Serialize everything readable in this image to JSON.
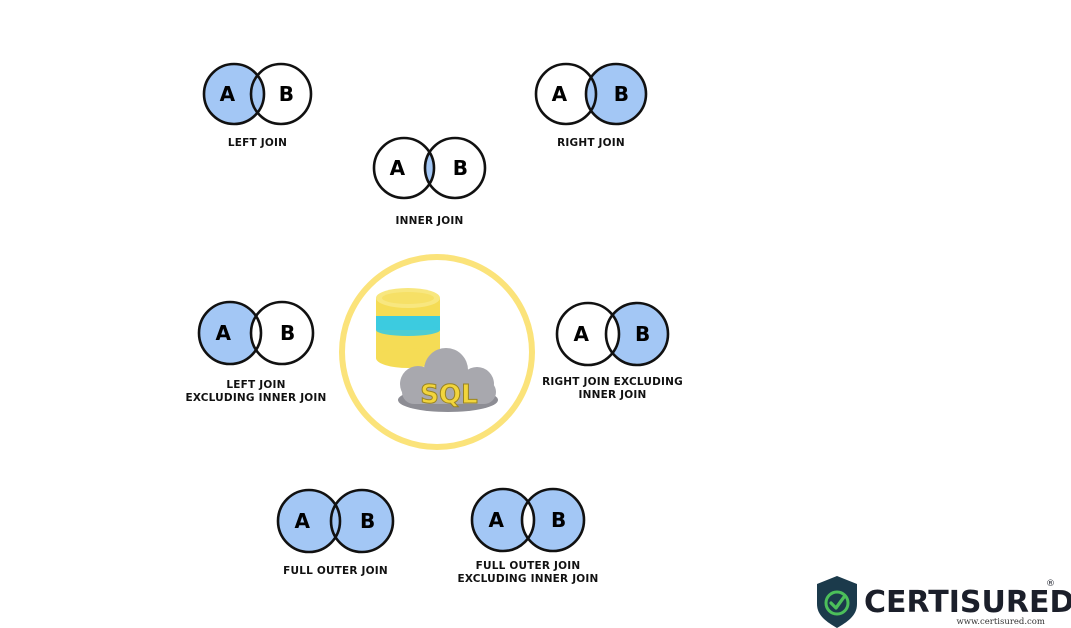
{
  "colors": {
    "fill": "#a3c7f5",
    "stroke": "#111111",
    "ring": "#fbe37a",
    "db_yellow": "#f5dc55",
    "db_cyan": "#3ccbe0",
    "cloud": "#a8a8ae",
    "cloud_shadow": "#8d8d94",
    "sql_text": "#f2d53c",
    "brand_shield": "#1b3a4b",
    "brand_check": "#4cbf5a",
    "brand_text": "#1b1f2a"
  },
  "center": {
    "label": "SQL",
    "icon": "database-cloud-icon"
  },
  "joins": [
    {
      "id": "left-join",
      "set_a": "A",
      "set_b": "B",
      "label_lines": [
        "LEFT JOIN"
      ],
      "shade": [
        "A",
        "AB"
      ]
    },
    {
      "id": "right-join",
      "set_a": "A",
      "set_b": "B",
      "label_lines": [
        "RIGHT JOIN"
      ],
      "shade": [
        "B",
        "AB"
      ]
    },
    {
      "id": "inner-join",
      "set_a": "A",
      "set_b": "B",
      "label_lines": [
        "INNER JOIN"
      ],
      "shade": [
        "AB"
      ]
    },
    {
      "id": "left-join-excluding-inner-join",
      "set_a": "A",
      "set_b": "B",
      "label_lines": [
        "LEFT JOIN",
        "EXCLUDING INNER  JOIN"
      ],
      "shade": [
        "A"
      ]
    },
    {
      "id": "right-join-excluding-inner-join",
      "set_a": "A",
      "set_b": "B",
      "label_lines": [
        "RIGHT JOIN  EXCLUDING",
        "INNER JOIN"
      ],
      "shade": [
        "B"
      ]
    },
    {
      "id": "full-outer-join",
      "set_a": "A",
      "set_b": "B",
      "label_lines": [
        "FULL OUTER JOIN"
      ],
      "shade": [
        "A",
        "AB",
        "B"
      ]
    },
    {
      "id": "full-outer-join-excluding-inner-join",
      "set_a": "A",
      "set_b": "B",
      "label_lines": [
        "FULL OUTER JOIN",
        "EXCLUDING INNER JOIN"
      ],
      "shade": [
        "A",
        "B"
      ]
    }
  ],
  "brand": {
    "name": "CERTISURED",
    "registered": "®",
    "url": "www.certisured.com",
    "logo_icon": "shield-check-icon"
  }
}
